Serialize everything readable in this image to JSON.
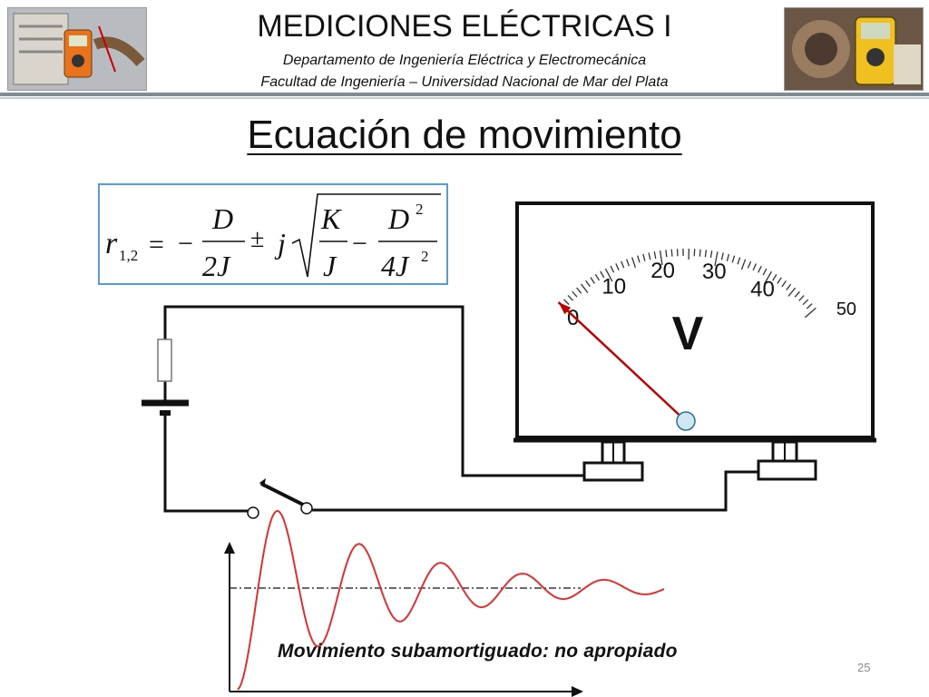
{
  "header": {
    "title": "MEDICIONES ELÉCTRICAS I",
    "department": "Departamento de Ingeniería Eléctrica y Electromecánica",
    "faculty": "Facultad de Ingeniería – Universidad Nacional de Mar del Plata"
  },
  "slide": {
    "title": "Ecuación de movimiento",
    "caption": "Movimiento subamortiguado: no apropiado",
    "page_number": "25"
  },
  "formula": {
    "lhs": "r",
    "lhs_sub": "1,2",
    "equals": "=",
    "minus": "−",
    "num1": "D",
    "den1": "2J",
    "pm": "±",
    "j": "j",
    "num2": "K",
    "den2": "J",
    "minus2": "−",
    "num3": "D",
    "num3_exp": "2",
    "den3": "4J",
    "den3_exp": "2"
  },
  "meter": {
    "unit_label": "V",
    "scale_labels": [
      "0",
      "10",
      "20",
      "30",
      "40",
      "50"
    ],
    "scale_min": 0,
    "scale_max": 50,
    "needle_value": 0
  },
  "colors": {
    "accent_blue": "#5b9bd5",
    "needle_red": "#c00000",
    "curve_red": "#e03030",
    "header_rule": "#7f8c95",
    "pivot_fill": "#cfe6f3"
  }
}
